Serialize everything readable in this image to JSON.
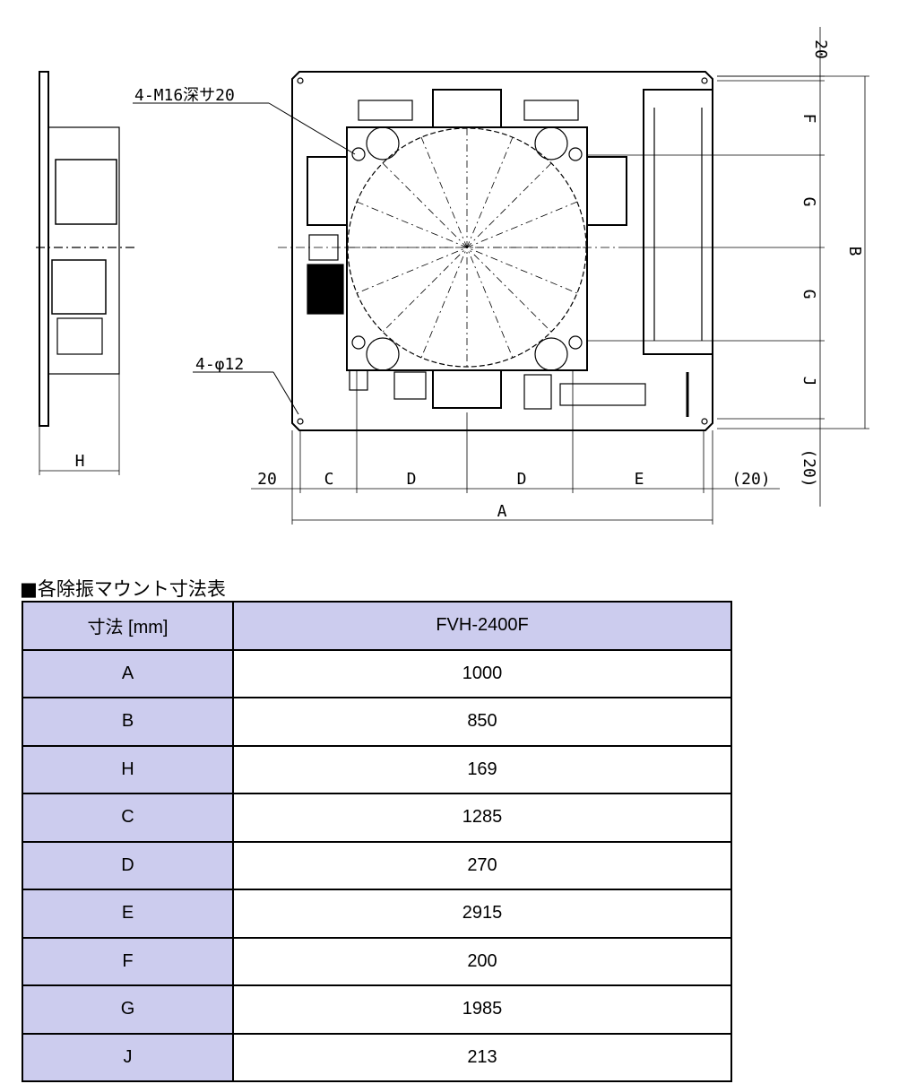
{
  "drawing": {
    "callouts": {
      "tapped_holes": "4-M16深サ20",
      "through_holes": "4-φ12"
    },
    "bottom_dims": [
      "20",
      "C",
      "D",
      "D",
      "E",
      "(20)"
    ],
    "overall_width": "A",
    "right_dims": [
      "20",
      "F",
      "G",
      "G",
      "J",
      "(20)"
    ],
    "overall_depth": "B",
    "side_height": "H"
  },
  "table": {
    "title": "■各除振マウント寸法表",
    "header": {
      "key": "寸法 [mm]",
      "model": "FVH-2400F"
    },
    "rows": [
      {
        "key": "A",
        "value": "1000"
      },
      {
        "key": "B",
        "value": "850"
      },
      {
        "key": "H",
        "value": "169"
      },
      {
        "key": "C",
        "value": "1285"
      },
      {
        "key": "D",
        "value": "270"
      },
      {
        "key": "E",
        "value": "2915"
      },
      {
        "key": "F",
        "value": "200"
      },
      {
        "key": "G",
        "value": "1985"
      },
      {
        "key": "J",
        "value": "213"
      }
    ]
  }
}
